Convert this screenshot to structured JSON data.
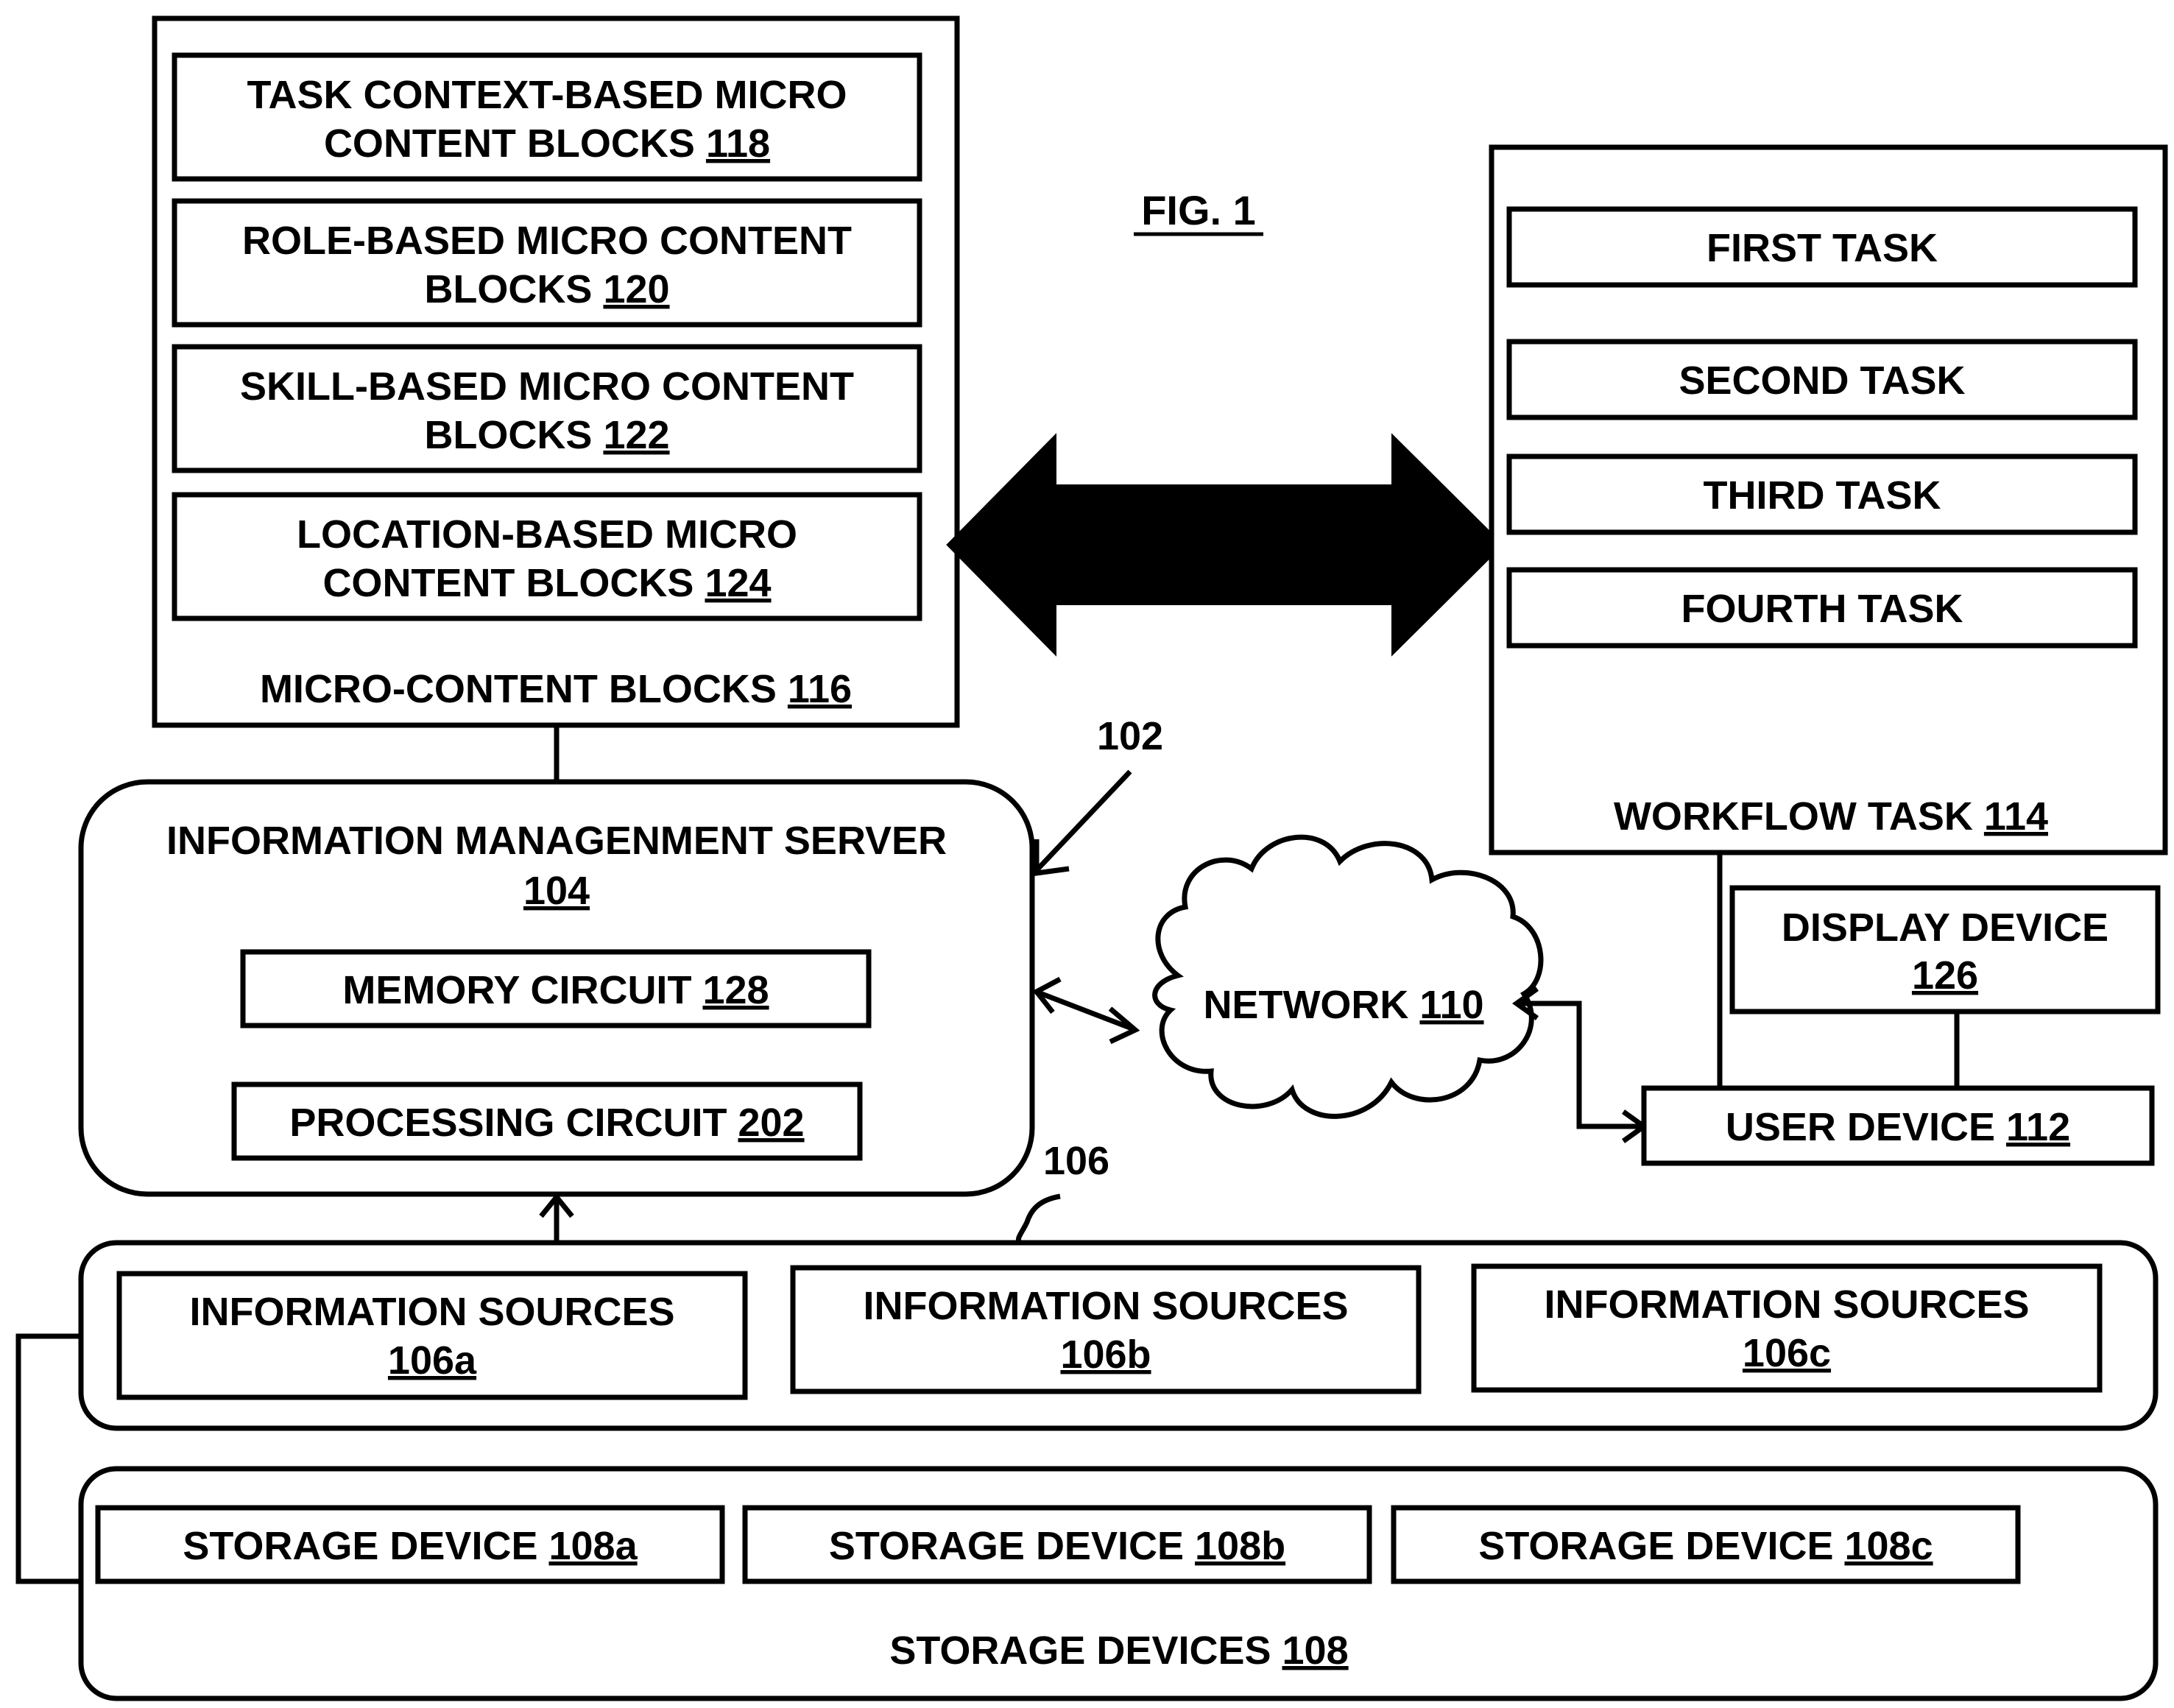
{
  "figure": {
    "label": "FIG. 1"
  },
  "micro_content": {
    "title": "MICRO-CONTENT BLOCKS",
    "ref": "116",
    "blocks": [
      {
        "line1": "TASK CONTEXT-BASED MICRO",
        "line2": "CONTENT BLOCKS",
        "ref": "118"
      },
      {
        "line1": "ROLE-BASED MICRO CONTENT",
        "line2": "BLOCKS",
        "ref": "120"
      },
      {
        "line1": "SKILL-BASED MICRO CONTENT",
        "line2": "BLOCKS",
        "ref": "122"
      },
      {
        "line1": "LOCATION-BASED MICRO",
        "line2": "CONTENT BLOCKS",
        "ref": "124"
      }
    ]
  },
  "workflow": {
    "title": "WORKFLOW TASK",
    "ref": "114",
    "tasks": [
      "FIRST TASK",
      "SECOND TASK",
      "THIRD TASK",
      "FOURTH TASK"
    ]
  },
  "server": {
    "title": "INFORMATION MANAGENMENT SERVER",
    "ref": "104",
    "memory": {
      "label": "MEMORY CIRCUIT",
      "ref": "128"
    },
    "processing": {
      "label": "PROCESSING CIRCUIT",
      "ref": "202"
    }
  },
  "system_ref": "102",
  "network": {
    "label": "NETWORK",
    "ref": "110"
  },
  "display_device": {
    "label": "DISPLAY DEVICE",
    "ref": "126"
  },
  "user_device": {
    "label": "USER DEVICE",
    "ref": "112"
  },
  "info_sources": {
    "ref": "106",
    "items": [
      {
        "label": "INFORMATION SOURCES",
        "ref": "106a"
      },
      {
        "label": "INFORMATION SOURCES",
        "ref": "106b"
      },
      {
        "label": "INFORMATION SOURCES",
        "ref": "106c"
      }
    ]
  },
  "storage": {
    "title": "STORAGE DEVICES",
    "ref": "108",
    "items": [
      {
        "label": "STORAGE DEVICE",
        "ref": "108a"
      },
      {
        "label": "STORAGE DEVICE",
        "ref": "108b"
      },
      {
        "label": "STORAGE DEVICE",
        "ref": "108c"
      }
    ]
  }
}
